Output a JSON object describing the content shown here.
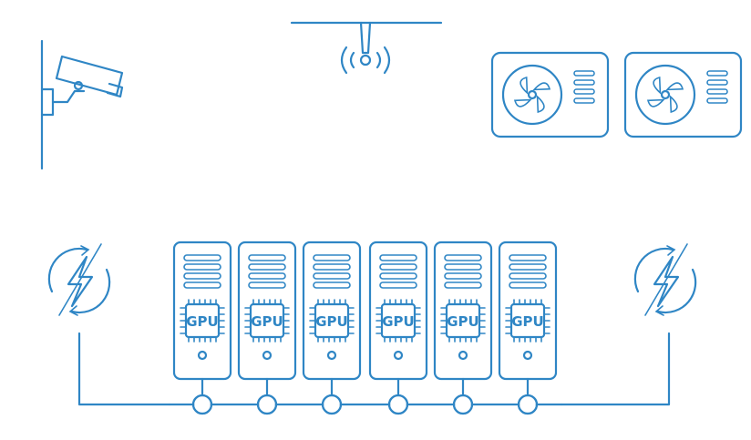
{
  "diagram": {
    "accent": "#2f86c5",
    "background": "#ffffff",
    "gpu_label": "GPU",
    "servers": [
      {
        "label": "GPU"
      },
      {
        "label": "GPU"
      },
      {
        "label": "GPU"
      },
      {
        "label": "GPU"
      },
      {
        "label": "GPU"
      },
      {
        "label": "GPU"
      }
    ],
    "icons": [
      "security-camera-icon",
      "wireless-sensor-icon",
      "ac-unit-icon",
      "ac-unit-icon",
      "power-icon",
      "power-icon"
    ]
  }
}
